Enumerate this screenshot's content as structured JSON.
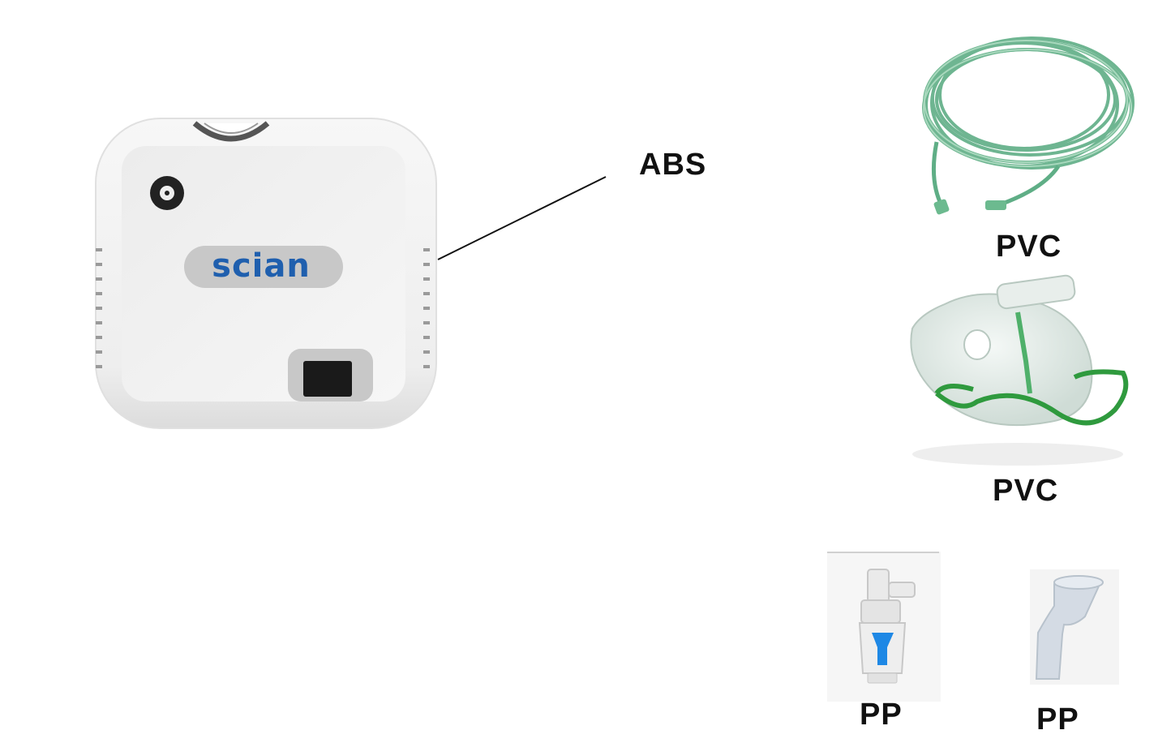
{
  "device": {
    "brand": "scian",
    "brand_color": "#1f5fae"
  },
  "labels": {
    "device_material": "ABS",
    "tube_material": "PVC",
    "mask_material": "PVC",
    "nebulizer_cup_material": "PP",
    "mouthpiece_material": "PP"
  },
  "colors": {
    "tube_green": "#5fae86",
    "mask_strap_green": "#2f9a3e",
    "nebulizer_blue": "#1e88e5"
  }
}
